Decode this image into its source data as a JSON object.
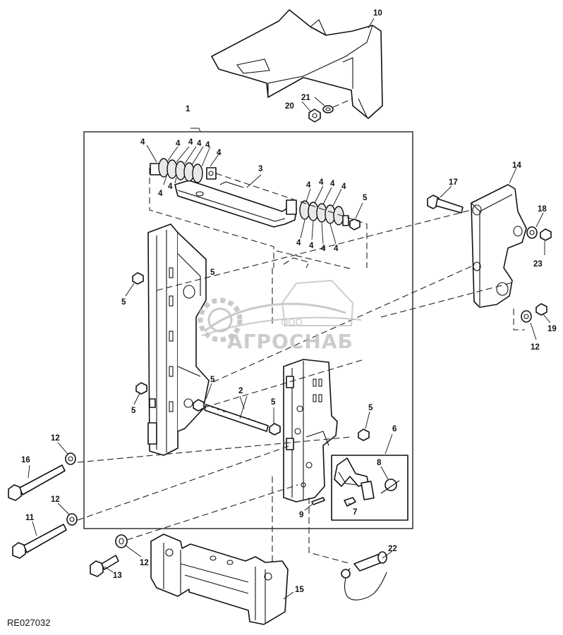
{
  "labels": {
    "l1": "1",
    "l2": "2",
    "l3": "3",
    "l4": "4",
    "l5": "5",
    "l6": "6",
    "l7": "7",
    "l8": "8",
    "l9": "9",
    "l10": "10",
    "l11": "11",
    "l12": "12",
    "l13": "13",
    "l14": "14",
    "l15": "15",
    "l16": "16",
    "l17": "17",
    "l18": "18",
    "l19": "19",
    "l20": "20",
    "l21": "21",
    "l22": "22",
    "l23": "23"
  },
  "reference": "RE027032",
  "watermark": {
    "small": "ООО",
    "name": "АГРОСНАБ"
  },
  "colors": {
    "line": "#111111",
    "watermark": "#bdbdbd",
    "background": "#ffffff"
  }
}
